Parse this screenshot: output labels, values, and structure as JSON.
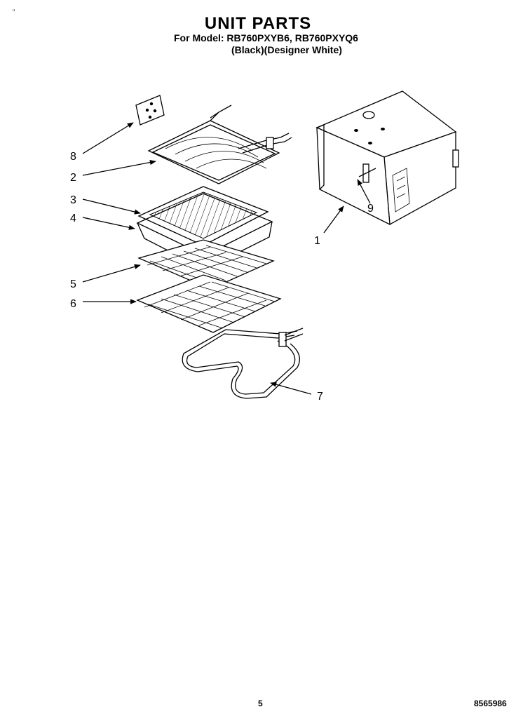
{
  "header": {
    "title": "UNIT PARTS",
    "model_line": "For Model: RB760PXYB6, RB760PXYQ6",
    "model_variants": "(Black)(Designer White)",
    "corner_mark": "\""
  },
  "callouts": [
    {
      "id": "1",
      "label": "1"
    },
    {
      "id": "2",
      "label": "2"
    },
    {
      "id": "3",
      "label": "3"
    },
    {
      "id": "4",
      "label": "4"
    },
    {
      "id": "5",
      "label": "5"
    },
    {
      "id": "6",
      "label": "6"
    },
    {
      "id": "7",
      "label": "7"
    },
    {
      "id": "8",
      "label": "8"
    },
    {
      "id": "9",
      "label": "9"
    }
  ],
  "footer": {
    "page_number": "5",
    "doc_number": "8565986"
  }
}
